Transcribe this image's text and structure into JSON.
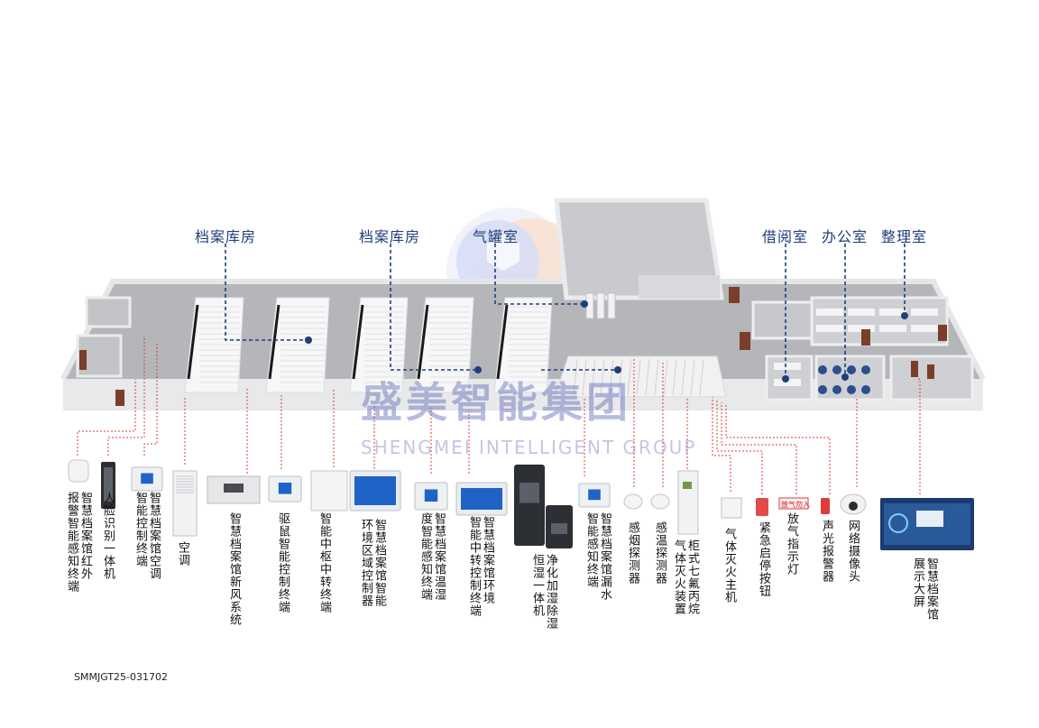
{
  "rooms": {
    "archive1": "档案库房",
    "archive2": "档案库房",
    "gas_room": "气罐室",
    "reading": "借阅室",
    "office": "办公室",
    "sorting": "整理室"
  },
  "devices": [
    {
      "id": "infrared",
      "label": "智慧档案馆红外\n报警智能感知终端",
      "icon": "sensor-icon"
    },
    {
      "id": "face",
      "label": "人脸识别一体机",
      "icon": "face-terminal-icon"
    },
    {
      "id": "ac_ctrl",
      "label": "智慧档案馆空调\n智能控制终端",
      "icon": "controller-icon"
    },
    {
      "id": "ac",
      "label": "空调",
      "icon": "air-conditioner-icon"
    },
    {
      "id": "fresh_air",
      "label": "智慧档案馆新风系统",
      "icon": "fresh-air-icon"
    },
    {
      "id": "rodent",
      "label": "驱鼠智能控制终端",
      "icon": "controller-icon"
    },
    {
      "id": "hub",
      "label": "智能中枢中转终端",
      "icon": "hub-icon"
    },
    {
      "id": "env_ctrl",
      "label": "智慧档案馆智能\n环境区域控制器",
      "icon": "panel-icon"
    },
    {
      "id": "temp_hum",
      "label": "智慧档案馆温湿\n度智能感知终端",
      "icon": "controller-icon"
    },
    {
      "id": "env_hub",
      "label": "智慧档案馆环境\n智能中转控制终端",
      "icon": "panel-icon"
    },
    {
      "id": "purifier",
      "label": "净化加湿除湿\n恒湿一体机",
      "icon": "humidifier-icon"
    },
    {
      "id": "leak",
      "label": "智慧档案馆漏水\n智能感知终端",
      "icon": "controller-icon"
    },
    {
      "id": "smoke",
      "label": "感烟探测器",
      "icon": "smoke-detector-icon"
    },
    {
      "id": "heat",
      "label": "感温探测器",
      "icon": "heat-detector-icon"
    },
    {
      "id": "cabinet_fire",
      "label": "柜式七氟丙烷\n气体灭火装置",
      "icon": "fire-cabinet-icon"
    },
    {
      "id": "gas_host",
      "label": "气体灭火主机",
      "icon": "fire-host-icon"
    },
    {
      "id": "estop",
      "label": "紧急启停按钮",
      "icon": "emergency-button-icon"
    },
    {
      "id": "release_lamp",
      "label": "放气指示灯",
      "icon": "indicator-lamp-icon"
    },
    {
      "id": "alarm",
      "label": "声光报警器",
      "icon": "alarm-icon"
    },
    {
      "id": "camera",
      "label": "网络摄像头",
      "icon": "camera-icon"
    },
    {
      "id": "screen",
      "label": "智慧档案馆\n展示大屏",
      "icon": "display-screen-icon"
    }
  ],
  "release_lamp_text": "放气勿入",
  "watermark": {
    "cn": "盛美智能集团",
    "en": "SHENGMEI INTELLIGENT GROUP"
  },
  "doc_code": "SMMJGT25-031702",
  "colors": {
    "label_blue": "#1f3f7a",
    "leader_red": "#e03a3a",
    "pointer_blue": "#1f3f7a",
    "floor": "#b5b6b9",
    "wall": "#eceeef"
  }
}
